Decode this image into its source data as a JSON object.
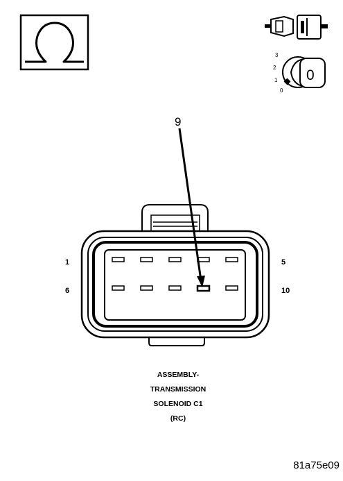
{
  "meter_icon": {
    "symbol": "Ω"
  },
  "ignition_switch": {
    "positions": [
      "3",
      "2",
      "1",
      "0"
    ],
    "key_label": "0"
  },
  "callout": {
    "label": "9"
  },
  "connector": {
    "pins_top": [
      "1",
      "5"
    ],
    "pins_bottom": [
      "6",
      "10"
    ]
  },
  "caption": {
    "lines": [
      "ASSEMBLY-",
      "TRANSMISSION",
      "SOLENOID C1",
      "(RC)"
    ]
  },
  "figure_id": "81a75e09"
}
